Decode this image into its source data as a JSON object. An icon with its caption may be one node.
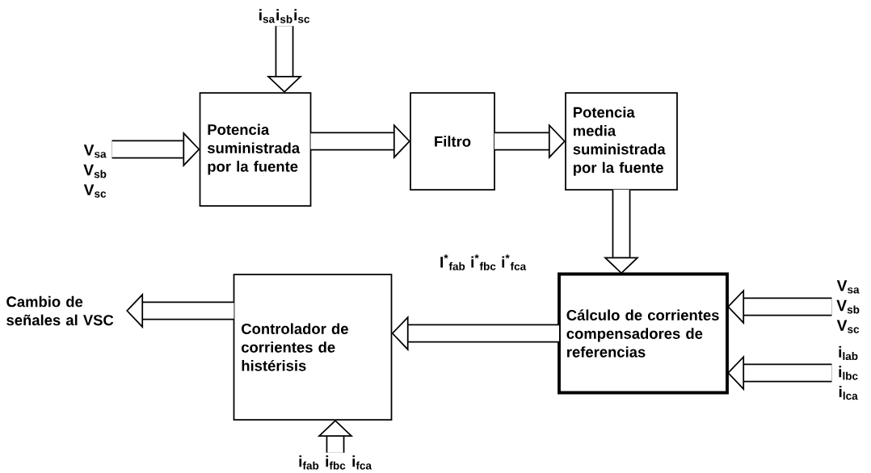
{
  "diagram": {
    "nodes": [
      {
        "text": [
          "Potencia suministrada por la fuente"
        ]
      },
      {
        "text": [
          "Filtro"
        ]
      },
      {
        "text": [
          "Potencia media suministrada por la fuente"
        ]
      },
      {
        "text": [
          "Cálculo de corrientes compensadores de referencias"
        ]
      },
      {
        "text": [
          "Controlador de corrientes de histérisis"
        ]
      },
      {
        "text": [
          "i$_{sa}$i$_{sb}$i$_{sc}$"
        ]
      },
      {
        "text": [
          "V$_{sa}$ V$_{sb}$ V$_{sc}$"
        ]
      },
      {
        "text": [
          "V$_{sa}$ V$_{sb}$ V$_{sc}$"
        ]
      },
      {
        "text": [
          "i$_{lab}$ i$_{lbc}$ i$_{lca}$"
        ]
      },
      {
        "text": [
          "i$_{fab}$ i$_{fbc}$ i$_{fca}$"
        ]
      },
      {
        "text": [
          "Cambio de señales al VSC"
        ]
      }
    ],
    "edges": [
      {
        "from": 5,
        "to": 0,
        "arrow": "to"
      },
      {
        "from": 6,
        "to": 0,
        "arrow": "to"
      },
      {
        "from": 0,
        "to": 1,
        "arrow": "to"
      },
      {
        "from": 1,
        "to": 2,
        "arrow": "to"
      },
      {
        "from": 2,
        "to": 3,
        "arrow": "to"
      },
      {
        "from": 7,
        "to": 3,
        "arrow": "to"
      },
      {
        "from": 8,
        "to": 3,
        "arrow": "to"
      },
      {
        "from": 3,
        "to": 4,
        "arrow": "to"
      },
      {
        "from": 9,
        "to": 4,
        "arrow": "to"
      },
      {
        "from": 4,
        "to": 10,
        "arrow": "to"
      }
    ],
    "labels": [
      "I$^{*}$$_{fab}$ i$^{*}$$_{fbc}$ i$^{*}$$_{fca}$"
    ]
  }
}
